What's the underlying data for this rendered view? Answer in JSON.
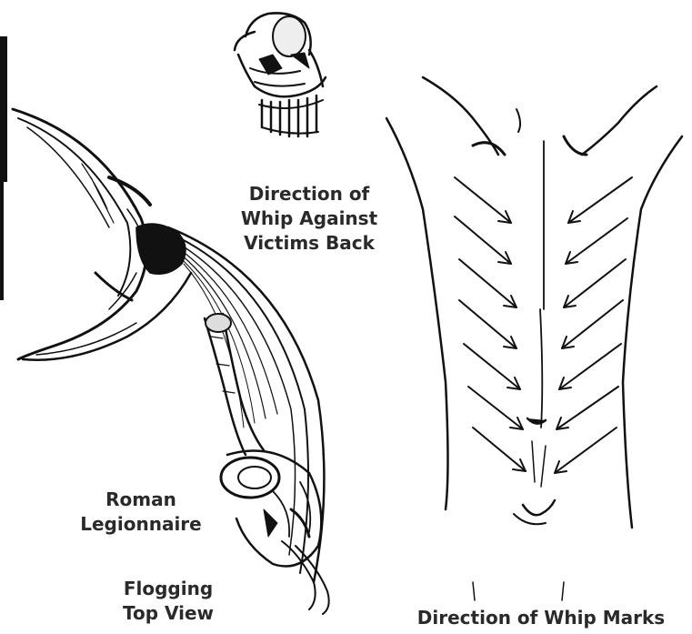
{
  "labels": {
    "whip_direction_back": [
      "Direction of",
      "Whip Against",
      "Victims Back"
    ],
    "roman_legionnaire": [
      "Roman",
      "Legionnaire"
    ],
    "flogging_top_view": [
      "Flogging",
      "Top View"
    ],
    "direction_whip_marks": "Direction of Whip Marks"
  },
  "colors": {
    "ink": "#111111",
    "label_text": "#2a2a2a",
    "background": "#ffffff"
  },
  "whip_marks": {
    "left_side_arrows": 7,
    "right_side_arrows": 7,
    "arrow_direction": "diagonal toward spine"
  }
}
